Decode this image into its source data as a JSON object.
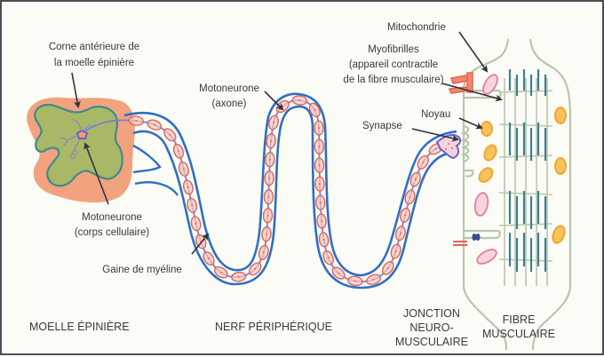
{
  "title": "Unité motrice : moelle épinière, nerf périphérique, jonction neuromusculaire et fibre musculaire",
  "labels": {
    "anterior_horn": [
      "Corne antérieure de",
      "la moelle épinière"
    ],
    "motoneuron_body": [
      "Motoneurone",
      "(corps cellulaire)"
    ],
    "motoneuron_axon": [
      "Motoneurone",
      "(axone)"
    ],
    "myelin_sheath": "Gaine de myéline",
    "mitochondria": "Mitochondrie",
    "myofibrils": [
      "Myofibrilles",
      "(appareil contractile",
      "de la fibre musculaire)"
    ],
    "nucleus": "Noyau",
    "synapse": "Synapse"
  },
  "sections": {
    "spinal_cord": "MOELLE ÉPINIÈRE",
    "peripheral_nerve": "NERF PÉRIPHÉRIQUE",
    "nmj": [
      "JONCTION",
      "NEURO-",
      "MUSCULAIRE"
    ],
    "muscle_fiber": [
      "FIBRE",
      "MUSCULAIRE"
    ]
  },
  "colors": {
    "background": "#fbfcf6",
    "border": "#4a4f55",
    "text": "#3a3a3a",
    "arrow": "#2e3440",
    "spinal_cord_outer": "#f2a27e",
    "gray_matter": "#a8b866",
    "gray_matter_edge": "#3f8a8a",
    "nerve_sheath": "#2f6fc4",
    "axon": "#7a7fd0",
    "myelin": "#e0645a",
    "myelin_fill": "#f6c8bc",
    "muscle_outline": "#b9c6ad",
    "myofilament": "#3f7f94",
    "nucleus": "#f2a532",
    "mitochondria": "#e57fa0"
  }
}
